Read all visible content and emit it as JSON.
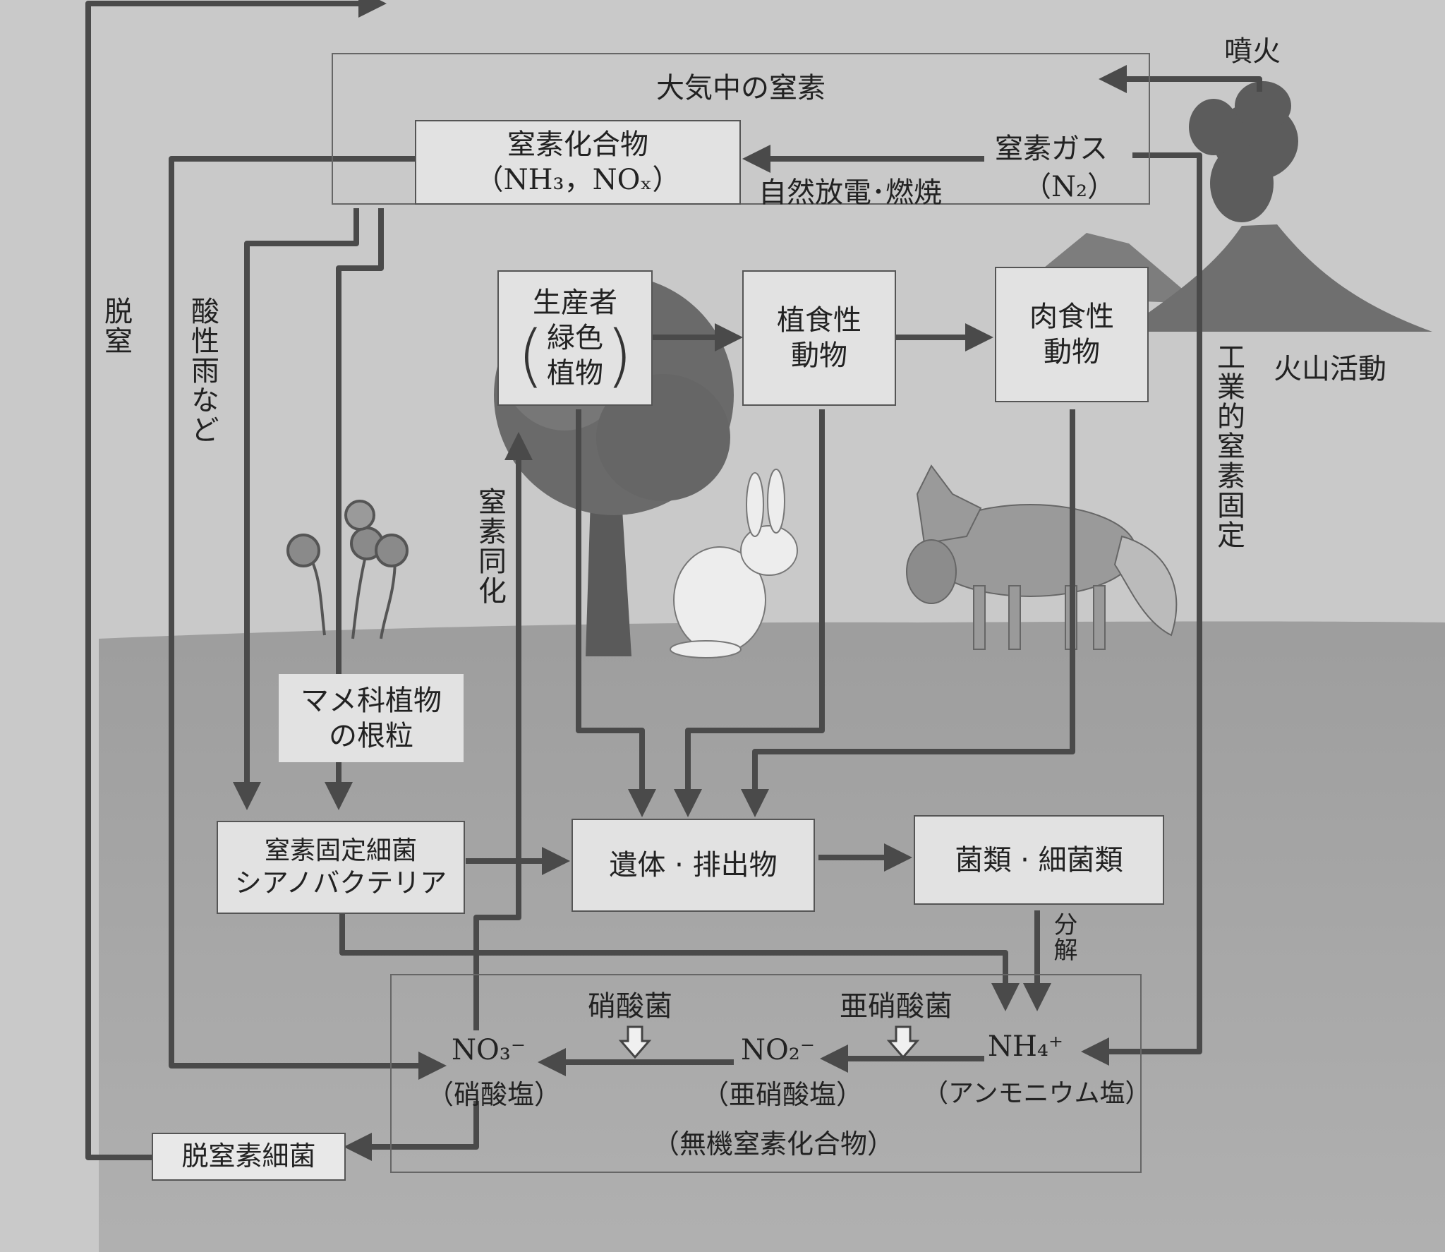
{
  "atmosphere": {
    "title": "大気中の窒素",
    "compound_line1": "窒素化合物",
    "compound_line2": "（NH₃，NOₓ）",
    "gas_line1": "窒素ガス",
    "gas_line2": "（N₂）",
    "discharge": "自然放電･燃焼"
  },
  "volcano": {
    "eruption": "噴火",
    "activity": "火山活動"
  },
  "vertical_labels": {
    "denitrification": "脱窒",
    "acid_rain": "酸性雨など",
    "assimilation": "窒素同化",
    "industrial_fixation": "工業的窒素固定"
  },
  "food_chain": {
    "producer_title": "生産者",
    "producer_line1": "緑色",
    "producer_line2": "植物",
    "herbivore_line1": "植食性",
    "herbivore_line2": "動物",
    "carnivore_line1": "肉食性",
    "carnivore_line2": "動物"
  },
  "soil": {
    "legume_line1": "マメ科植物",
    "legume_line2": "の根粒",
    "fixers_line1": "窒素固定細菌",
    "fixers_line2": "シアノバクテリア",
    "remains": "遺体 · 排出物",
    "decomposers": "菌類 · 細菌類",
    "decomposition": "分解",
    "denitrifying_bacteria": "脱窒素細菌"
  },
  "inorganic": {
    "nitrate_formula": "NO₃⁻",
    "nitrate_name": "（硝酸塩）",
    "nitrite_formula": "NO₂⁻",
    "nitrite_name": "（亜硝酸塩）",
    "ammonium_formula": "NH₄⁺",
    "ammonium_name": "（アンモニウム塩）",
    "nitrate_bacteria": "硝酸菌",
    "nitrite_bacteria": "亜硝酸菌",
    "group_label": "（無機窒素化合物）"
  }
}
